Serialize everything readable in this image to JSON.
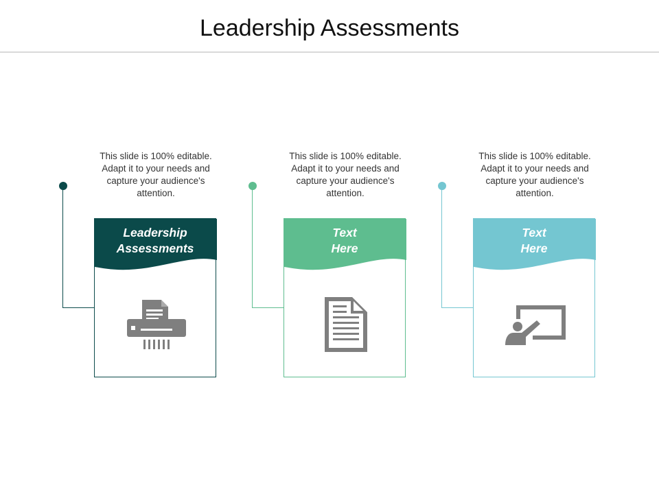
{
  "title": "Leadership Assessments",
  "colors": {
    "rule": "#d9d9d9",
    "icon": "#7f7f7f",
    "col1": "#0b4a4a",
    "col2": "#5ebd8f",
    "col3": "#74c6d1"
  },
  "columns": [
    {
      "description": "This slide is 100% editable. Adapt it to your needs and capture your audience's attention.",
      "heading_line1": "Leadership",
      "heading_line2": "Assessments",
      "icon": "shredder-icon"
    },
    {
      "description": "This slide is 100% editable. Adapt it to your needs and capture your audience's attention.",
      "heading_line1": "Text",
      "heading_line2": "Here",
      "icon": "document-icon"
    },
    {
      "description": "This slide is 100% editable. Adapt it to your needs and capture your audience's attention.",
      "heading_line1": "Text",
      "heading_line2": "Here",
      "icon": "presentation-board-icon"
    }
  ]
}
